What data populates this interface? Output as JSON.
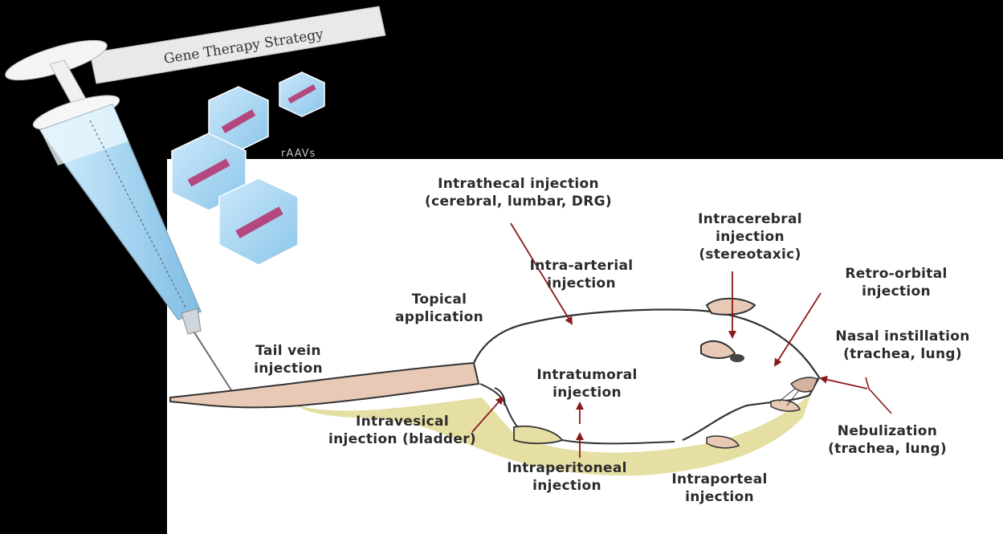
{
  "banner": {
    "title": "Gene Therapy Strategy"
  },
  "vectors": {
    "label": "rAAVs"
  },
  "routes": [
    {
      "id": "intrathecal",
      "text": "Intrathecal injection\n(cerebral, lumbar, DRG)"
    },
    {
      "id": "intracerebral",
      "text": "Intracerebral\ninjection\n(stereotaxic)"
    },
    {
      "id": "intra-arterial",
      "text": "Intra-arterial\ninjection"
    },
    {
      "id": "retro-orbital",
      "text": "Retro-orbital\ninjection"
    },
    {
      "id": "topical",
      "text": "Topical\napplication"
    },
    {
      "id": "nasal",
      "text": "Nasal instillation\n(trachea, lung)"
    },
    {
      "id": "tail-vein",
      "text": "Tail vein\ninjection"
    },
    {
      "id": "intratumoral",
      "text": "Intratumoral\ninjection"
    },
    {
      "id": "intravesical",
      "text": "Intravesical\ninjection (bladder)"
    },
    {
      "id": "nebulization",
      "text": "Nebulization\n(trachea, lung)"
    },
    {
      "id": "intraperitoneal",
      "text": "Intraperitoneal\ninjection"
    },
    {
      "id": "intraportal",
      "text": "Intraporteal\ninjection"
    }
  ],
  "colors": {
    "arrow": "#8b1a1a",
    "syringe_fluid": "#a9d6f2",
    "capsid": "#a7d3ef",
    "transgene": "#b4487e",
    "belly": "#e6dfa4"
  }
}
